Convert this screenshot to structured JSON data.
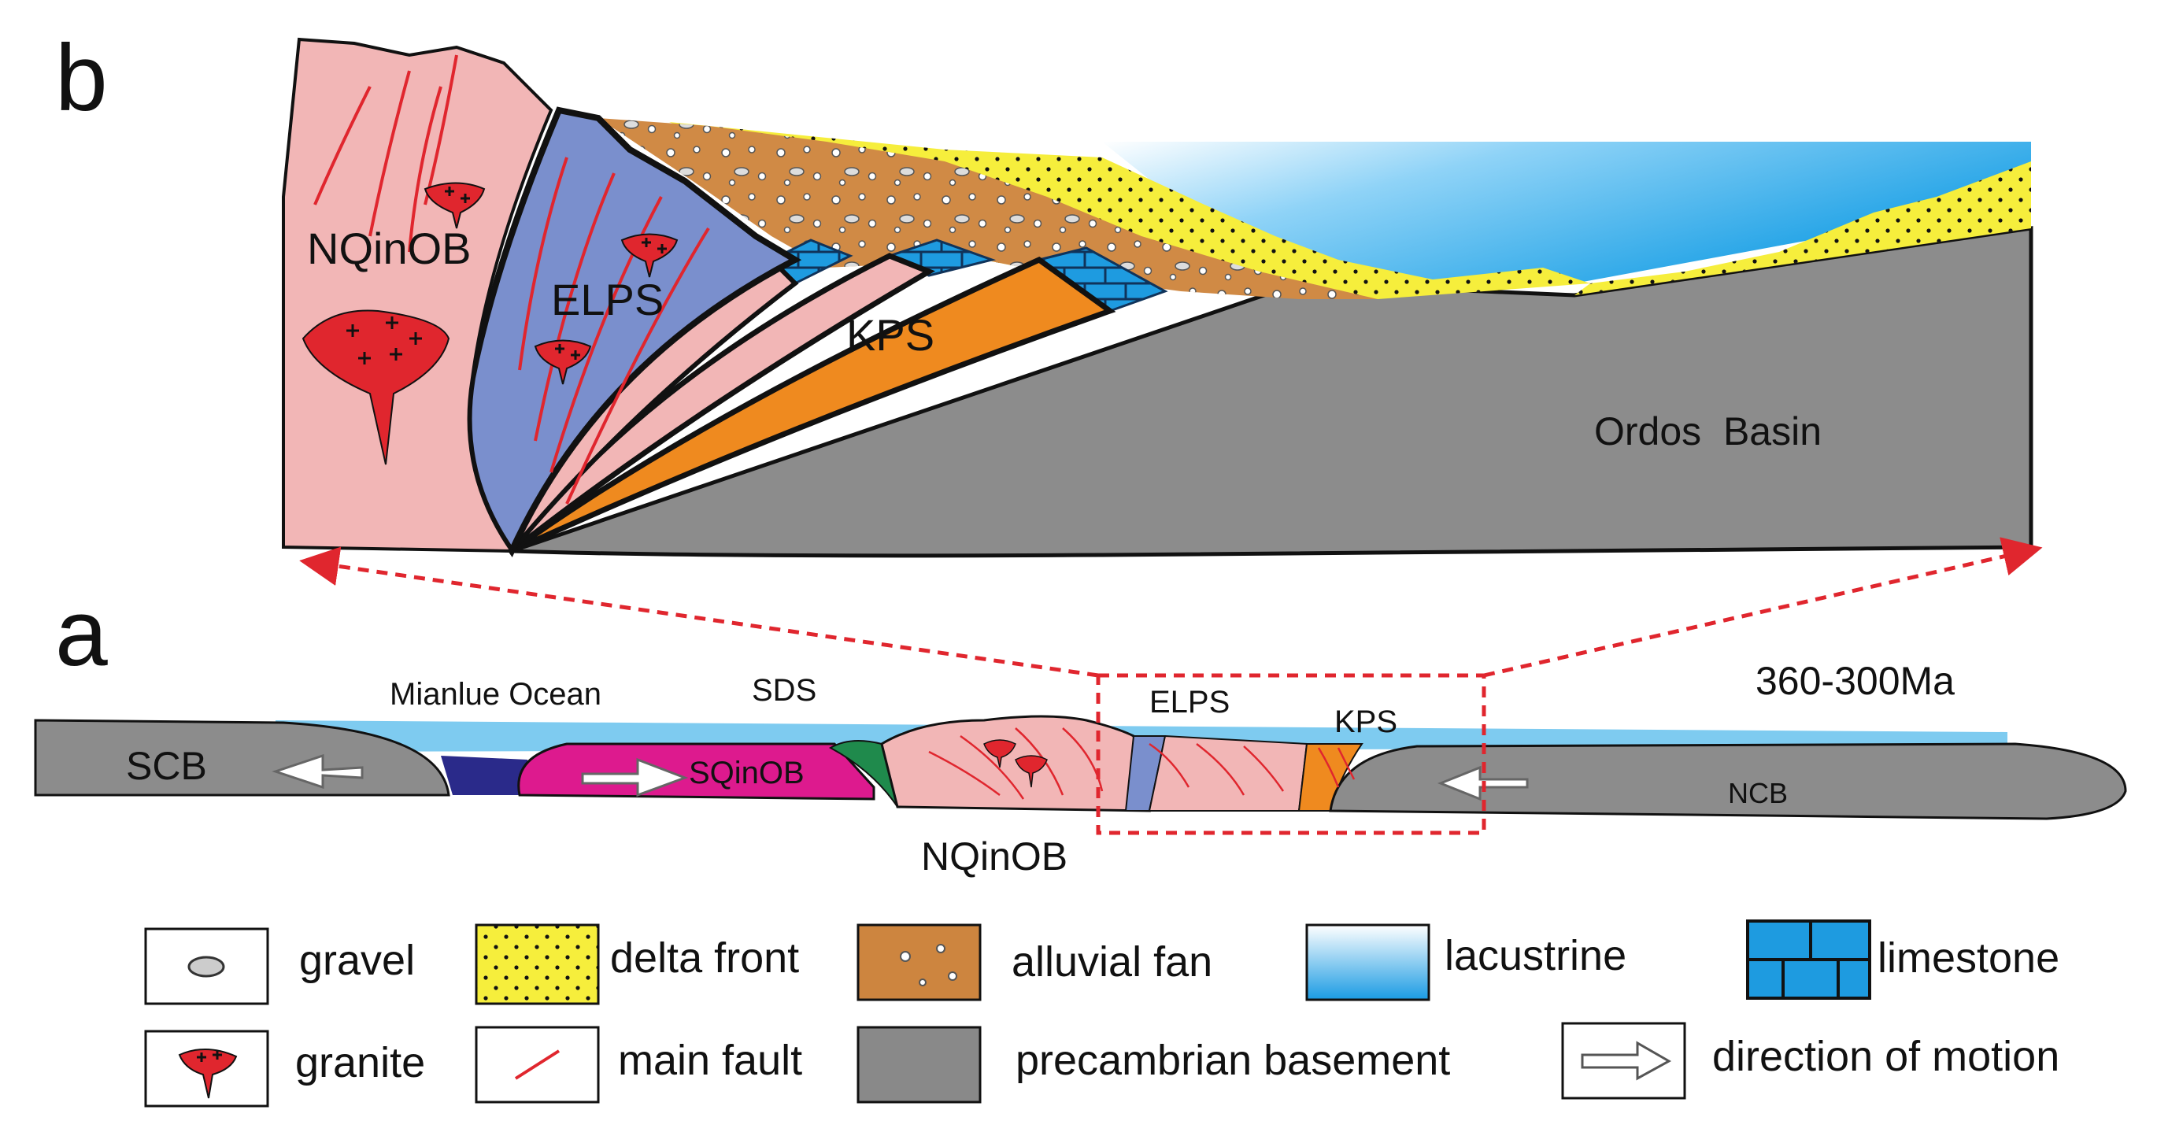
{
  "panels": {
    "b": "b",
    "a": "a"
  },
  "section_b": {
    "north_qinling": "NQinOB",
    "elps": "ELPS",
    "kps": "KPS",
    "basin": "Ordos  Basin"
  },
  "section_a": {
    "age": "360-300Ma",
    "ocean": "Mianlue Ocean",
    "sds": "SDS",
    "elps": "ELPS",
    "kps": "KPS",
    "scb": "SCB",
    "sqinob": "SQinOB",
    "ncb": "NCB",
    "nqinob": "NQinOB"
  },
  "legend": [
    {
      "key": "gravel",
      "label": "gravel",
      "swatch_color": "#ffffff"
    },
    {
      "key": "delta",
      "label": "delta front",
      "swatch_color": "#f6ee3c"
    },
    {
      "key": "alluvial",
      "label": "alluvial fan",
      "swatch_color": "#cd853f"
    },
    {
      "key": "lacustrine",
      "label": "lacustrine",
      "swatch_color": "#2fa4e7"
    },
    {
      "key": "limestone",
      "label": "limestone",
      "swatch_color": "#1e9be0"
    },
    {
      "key": "granite",
      "label": "granite",
      "swatch_color": "#e0262e"
    },
    {
      "key": "fault",
      "label": "main fault",
      "swatch_color": "#e0262e"
    },
    {
      "key": "basement",
      "label": "precambrian basement",
      "swatch_color": "#898989"
    },
    {
      "key": "motion",
      "label": "direction of motion",
      "swatch_color": "#ffffff"
    }
  ],
  "colors": {
    "nqinob_pink": "#f2b6b6",
    "elps_blue": "#7a8fcd",
    "kps_orange": "#ef8a1f",
    "basement_gray": "#8c8c8c",
    "alluvial_brown": "#d08a45",
    "delta_yellow": "#f6ee3c",
    "lake_blue": "#18a0e6",
    "sqinob_magenta": "#dd1a8e",
    "ocean_navy": "#2a2a8a",
    "sds_green": "#1f8a4c",
    "fault_red": "#e0262e",
    "dash_red": "#e0262e"
  }
}
